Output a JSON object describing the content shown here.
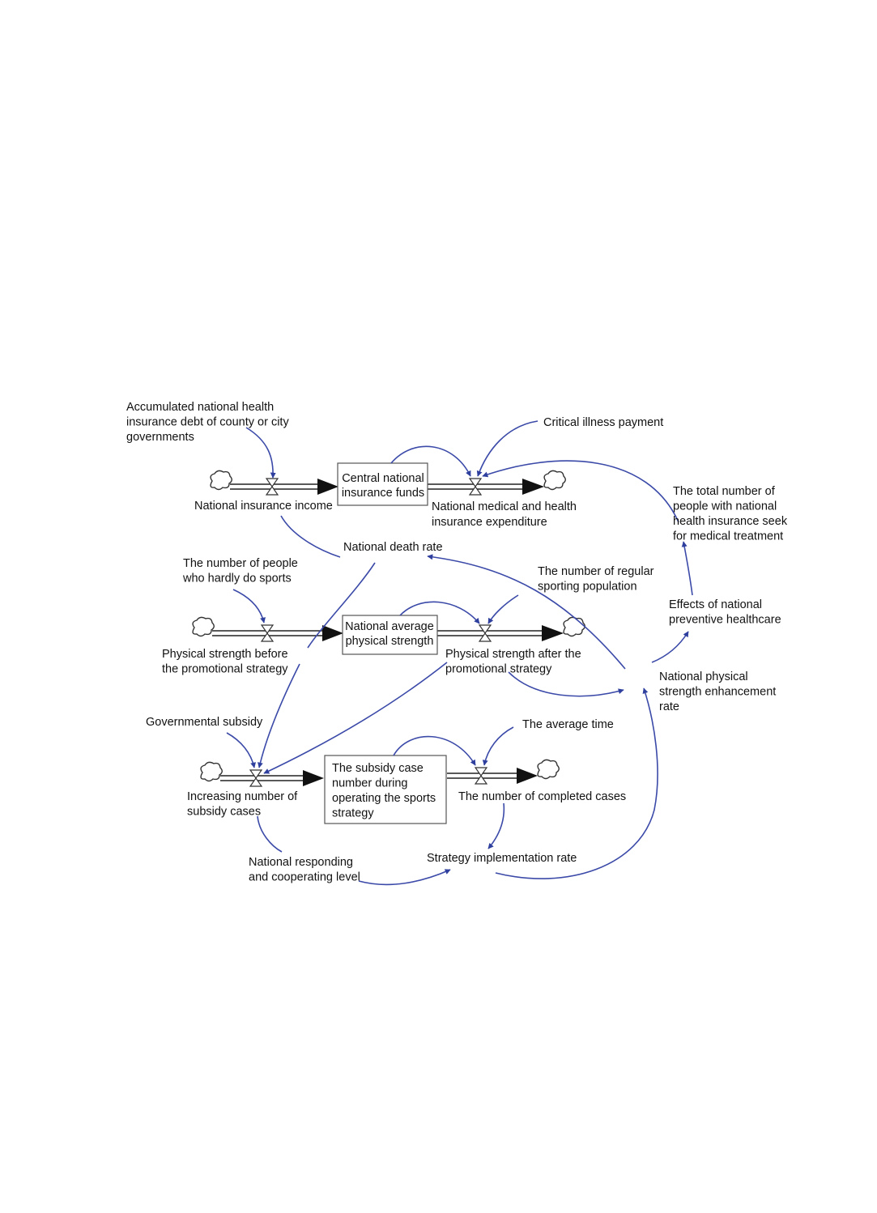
{
  "colors": {
    "link": "#3b4aa8",
    "arrowhead": "#2f3f9e",
    "flow": "#111111"
  },
  "stocks": [
    {
      "id": "central_funds",
      "lines": [
        "Central national",
        "insurance funds"
      ]
    },
    {
      "id": "avg_strength",
      "lines": [
        "National average",
        "physical strength"
      ]
    },
    {
      "id": "subsidy_cases",
      "lines": [
        "The subsidy case",
        "number during",
        "operating the sports",
        "strategy"
      ]
    }
  ],
  "variables": [
    {
      "id": "accum_debt",
      "lines": [
        "Accumulated national health",
        "insurance debt of county or city",
        "governments"
      ]
    },
    {
      "id": "critical_illness",
      "lines": [
        "Critical illness payment"
      ]
    },
    {
      "id": "insurance_income",
      "lines": [
        "National insurance income"
      ]
    },
    {
      "id": "medical_expenditure",
      "lines": [
        "National medical and health",
        "insurance expenditure"
      ]
    },
    {
      "id": "total_seek",
      "lines": [
        "The total number of",
        "people with national",
        "health insurance seek",
        "for medical treatment"
      ]
    },
    {
      "id": "death_rate",
      "lines": [
        "National death rate"
      ]
    },
    {
      "id": "hardly_sports",
      "lines": [
        "The number of people",
        "who hardly do sports"
      ]
    },
    {
      "id": "regular_sporting",
      "lines": [
        "The number of regular",
        "sporting population"
      ]
    },
    {
      "id": "preventive_effects",
      "lines": [
        "Effects of national",
        "preventive healthcare"
      ]
    },
    {
      "id": "strength_before",
      "lines": [
        "Physical strength before",
        "the promotional strategy"
      ]
    },
    {
      "id": "strength_after",
      "lines": [
        "Physical strength after the",
        "promotional strategy"
      ]
    },
    {
      "id": "enhancement_rate",
      "lines": [
        "National physical",
        "strength enhancement",
        "rate"
      ]
    },
    {
      "id": "gov_subsidy",
      "lines": [
        "Governmental subsidy"
      ]
    },
    {
      "id": "average_time",
      "lines": [
        "The average time"
      ]
    },
    {
      "id": "increasing_cases",
      "lines": [
        "Increasing number of",
        "subsidy cases"
      ]
    },
    {
      "id": "completed_cases",
      "lines": [
        "The number of completed cases"
      ]
    },
    {
      "id": "responding_level",
      "lines": [
        "National responding",
        "and cooperating level"
      ]
    },
    {
      "id": "implementation_rate",
      "lines": [
        "Strategy implementation rate"
      ]
    }
  ]
}
